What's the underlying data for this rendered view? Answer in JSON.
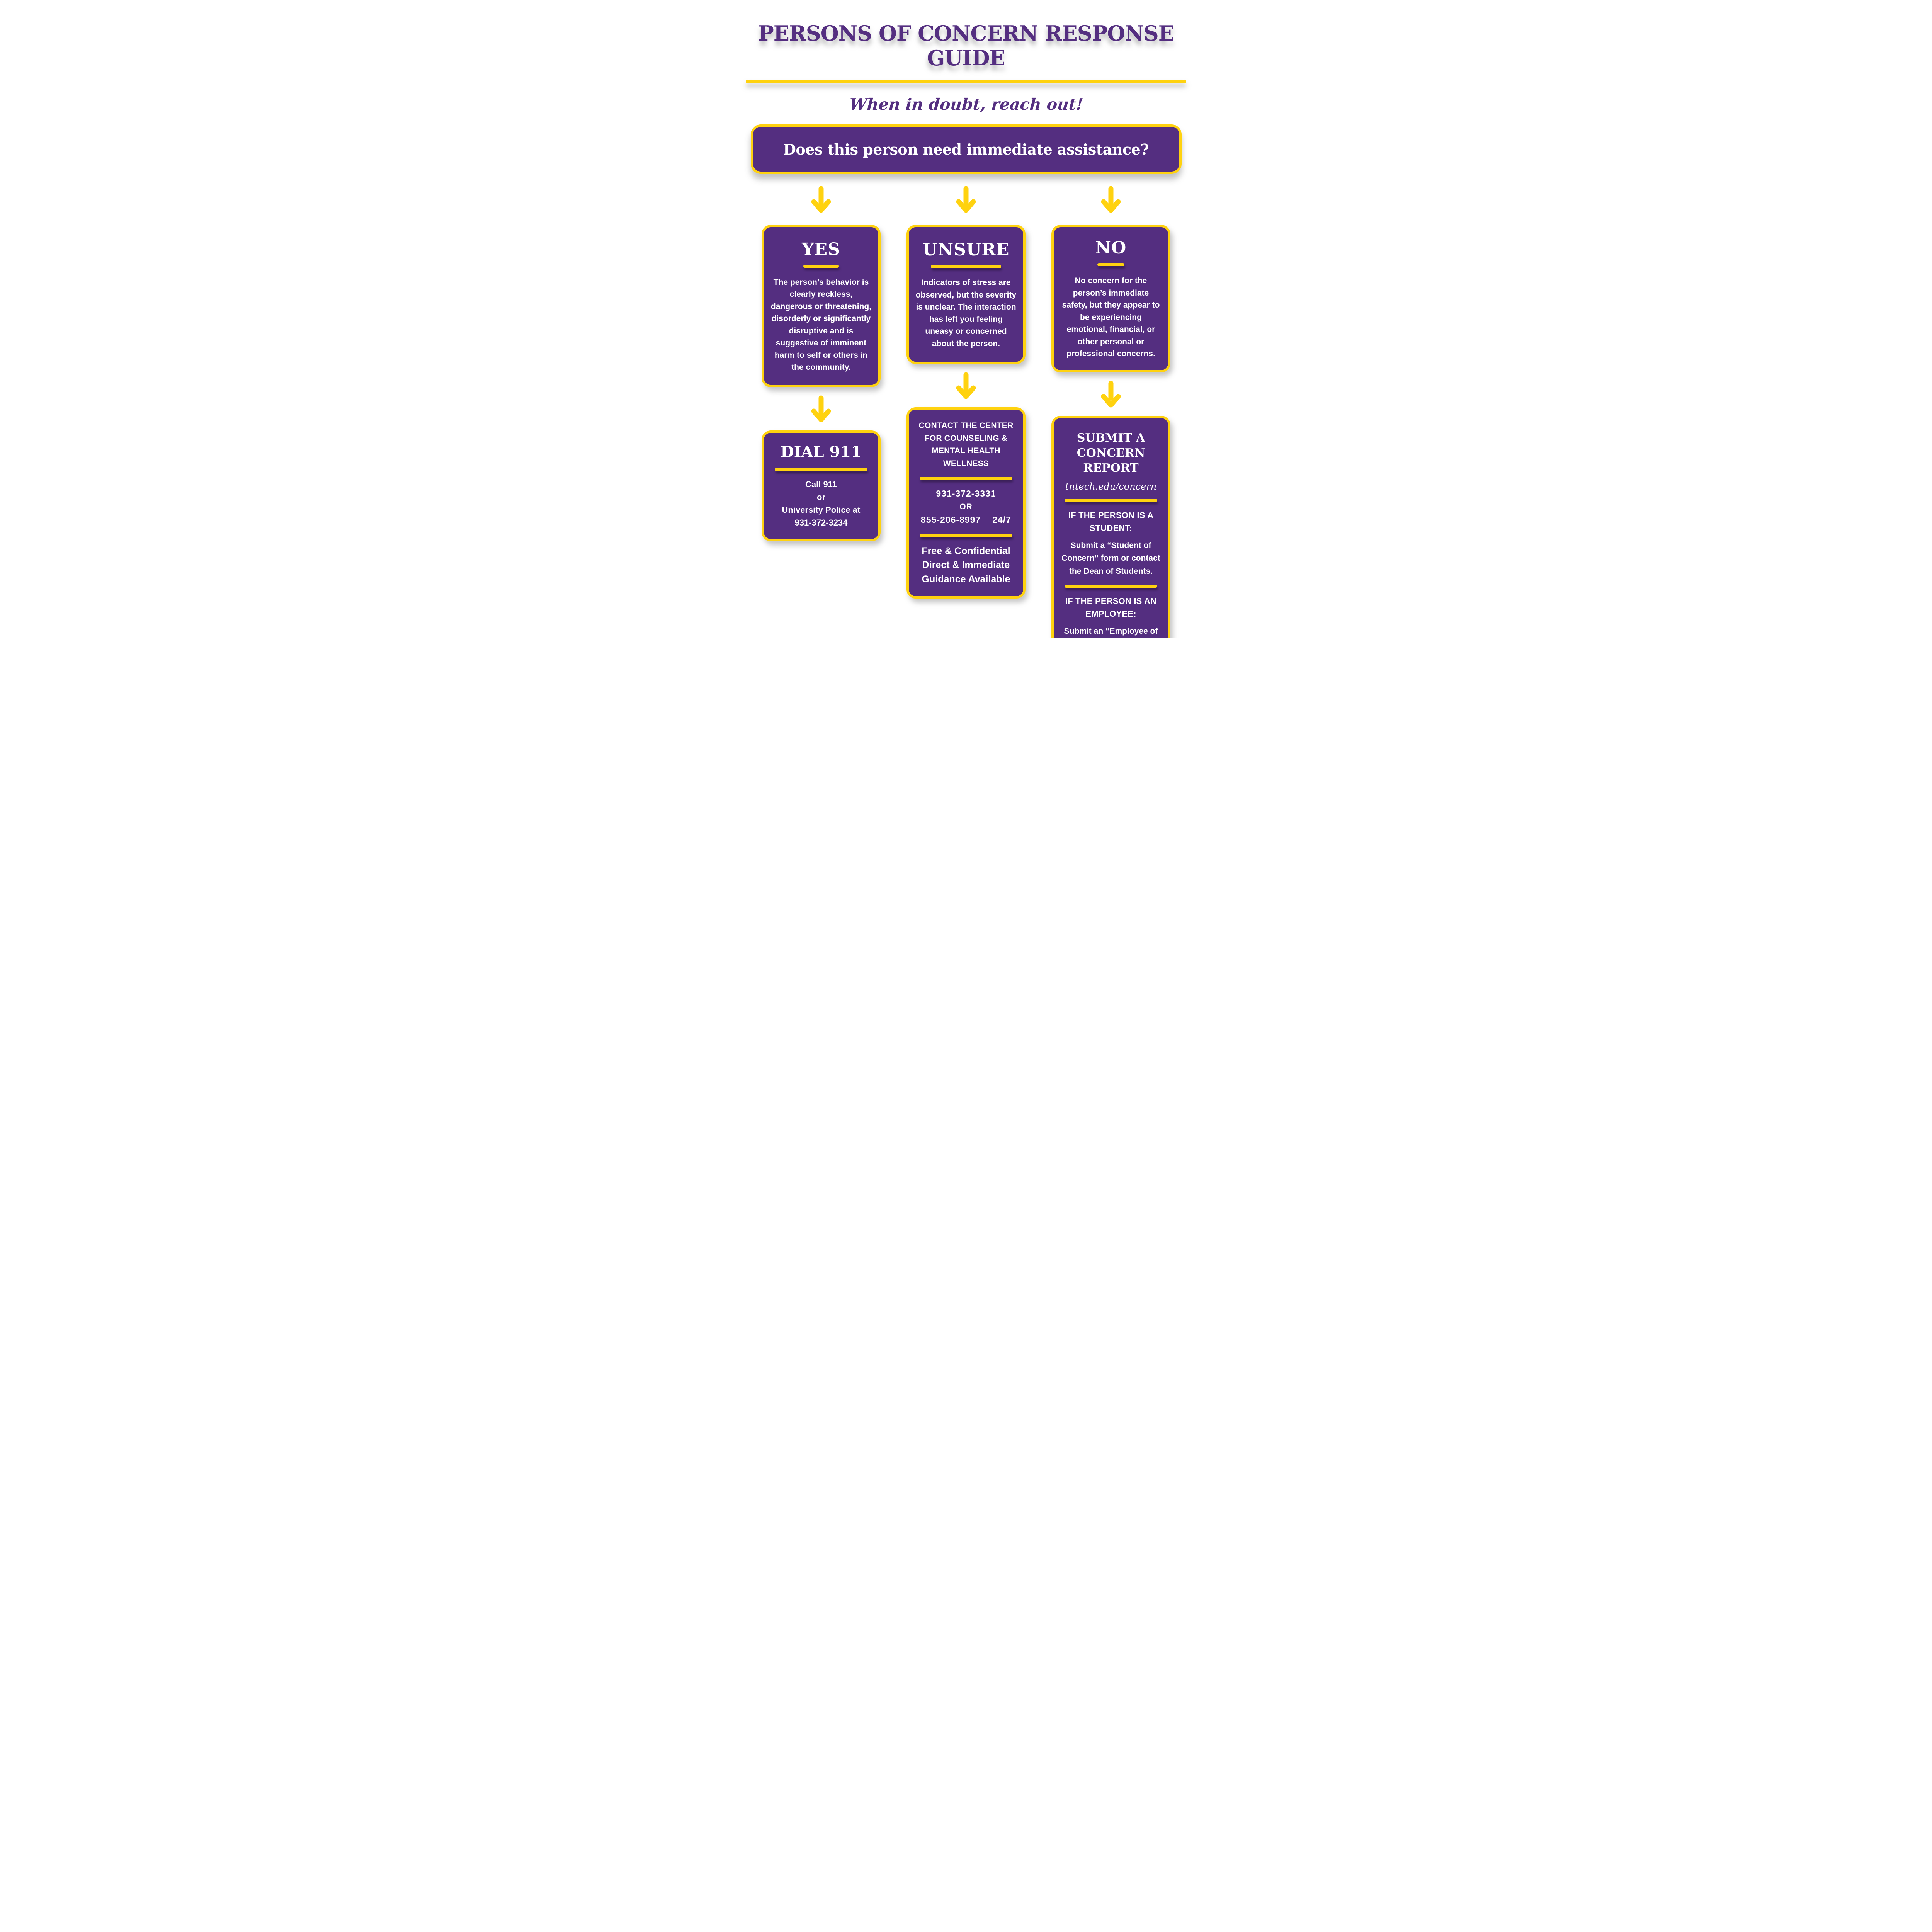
{
  "page": {
    "title": "PERSONS OF CONCERN RESPONSE GUIDE",
    "subtitle": "When in doubt, reach out!",
    "question": "Does this person need immediate assistance?"
  },
  "colors": {
    "purple": "#542E80",
    "gold": "#FFD20F",
    "text": "#FFFFFF"
  },
  "icons": {
    "down_arrow": "down-arrow-icon"
  },
  "columns": [
    {
      "id": "yes",
      "answer": "YES",
      "description": "The person’s behavior is clearly reckless, dangerous or threatening, disorderly or significantly disruptive and is suggestive of imminent harm to self or others in the community.",
      "action": {
        "heading": "DIAL 911",
        "lines": [
          "Call 911",
          "or",
          "University Police at",
          "931-372-3234"
        ]
      }
    },
    {
      "id": "unsure",
      "answer": "UNSURE",
      "description": "Indicators of stress are observed, but the severity is unclear. The interaction has left you feeling uneasy or concerned about the person.",
      "action": {
        "heading_lines": [
          "CONTACT THE CENTER",
          "FOR COUNSELING &",
          "MENTAL HEALTH WELLNESS"
        ],
        "phone1": "931-372-3331",
        "or_label": "OR",
        "phone2": "855-206-8997",
        "availability": "24/7",
        "note": "Free & Confidential Direct & Immediate Guidance Available"
      }
    },
    {
      "id": "no",
      "answer": "NO",
      "description": "No concern for the person’s immediate safety, but they appear to be experiencing emotional, financial, or other personal or professional concerns.",
      "action": {
        "heading": "SUBMIT A CONCERN REPORT",
        "url": "tntech.edu/concern",
        "student_heading": "IF THE PERSON IS A STUDENT:",
        "student_text": "Submit a “Student of Concern” form or contact the Dean of Students.",
        "employee_heading": "IF THE PERSON IS AN EMPLOYEE:",
        "employee_text": "Submit an “Employee of Concern” form or contact Human Resources."
      }
    }
  ]
}
